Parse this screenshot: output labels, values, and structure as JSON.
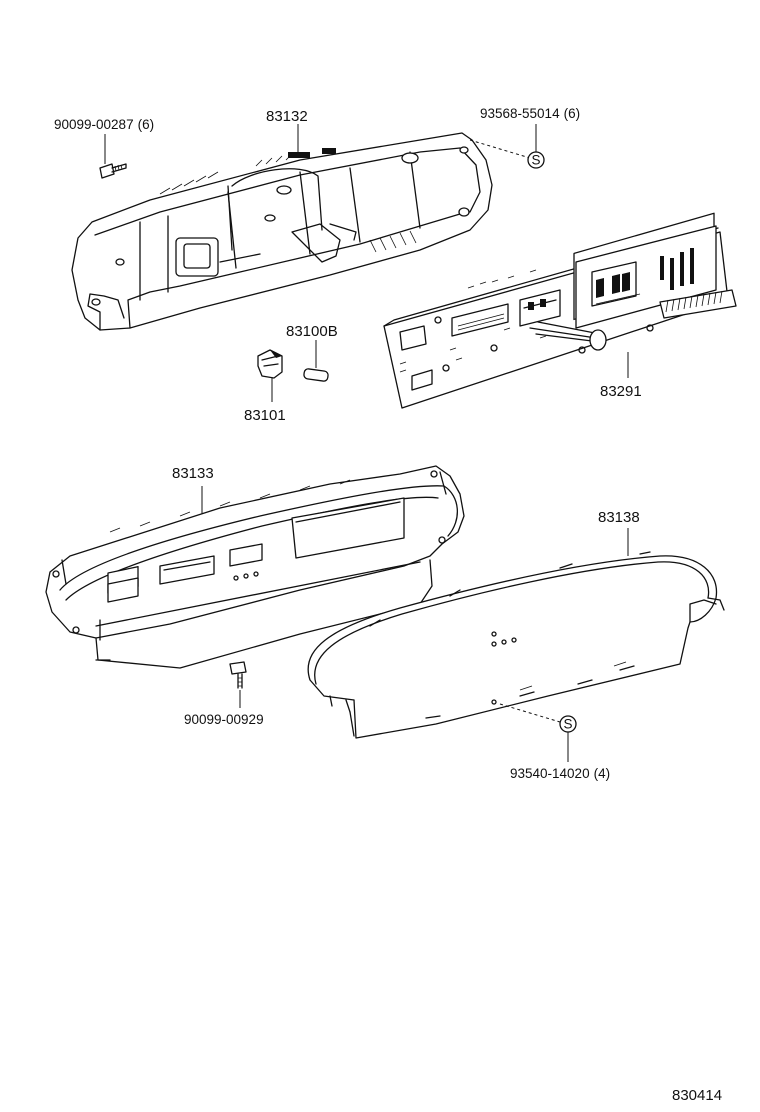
{
  "diagram_code": "830414",
  "parts": {
    "bracket_bolt": {
      "part_no": "90099-00287",
      "qty": "(6)"
    },
    "rear_case": {
      "part_no": "83132"
    },
    "screw_top_right": {
      "part_no": "93568-55014",
      "qty": "(6)"
    },
    "bulb": {
      "part_no": "83100B"
    },
    "socket": {
      "part_no": "83101"
    },
    "circuit_plate": {
      "part_no": "83291"
    },
    "front_case": {
      "part_no": "83133"
    },
    "lower_bolt": {
      "part_no": "90099-00929"
    },
    "glass_cover": {
      "part_no": "83138"
    },
    "screw_bottom": {
      "part_no": "93540-14020",
      "qty": "(4)"
    }
  },
  "symbols": {
    "screw_marker": "S"
  }
}
